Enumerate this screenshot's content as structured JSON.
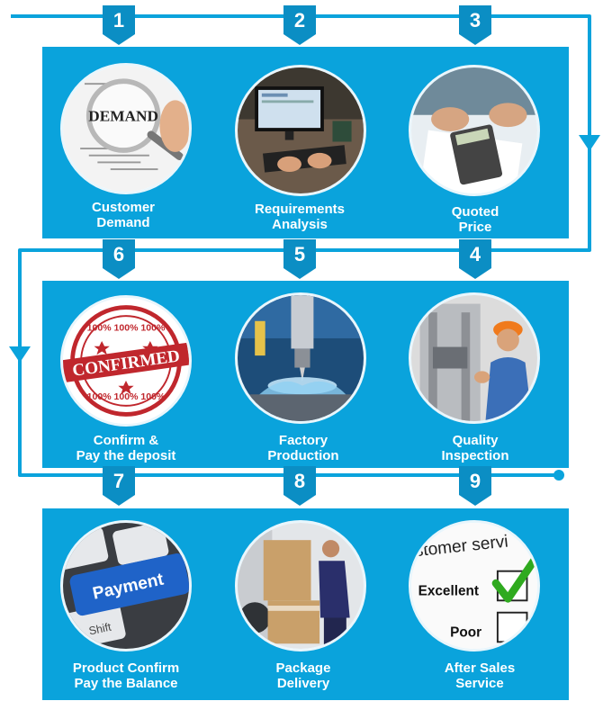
{
  "colors": {
    "accent": "#0aa3dc",
    "badge": "#0b8ec4",
    "text": "#ffffff"
  },
  "steps": [
    {
      "number": "1",
      "line1": "Customer",
      "line2": "Demand",
      "image": "demand-magnifier"
    },
    {
      "number": "2",
      "line1": "Requirements",
      "line2": "Analysis",
      "image": "computer-typing"
    },
    {
      "number": "3",
      "line1": "Quoted",
      "line2": "Price",
      "image": "calculator"
    },
    {
      "number": "4",
      "line1": "Quality",
      "line2": "Inspection",
      "image": "technician"
    },
    {
      "number": "5",
      "line1": "Factory",
      "line2": "Production",
      "image": "cnc-machine"
    },
    {
      "number": "6",
      "line1": "Confirm &",
      "line2": "Pay the deposit",
      "image": "confirmed-stamp"
    },
    {
      "number": "7",
      "line1": "Product Confirm",
      "line2": "Pay the Balance",
      "image": "payment-key"
    },
    {
      "number": "8",
      "line1": "Package",
      "line2": "Delivery",
      "image": "delivery-boxes"
    },
    {
      "number": "9",
      "line1": "After Sales",
      "line2": "Service",
      "image": "service-checklist"
    }
  ],
  "photo_text": {
    "demand": "DEMAND",
    "payment": "Payment",
    "shift": "Shift",
    "stamp": "CONFIRMED",
    "stamp_ring": "100% 100% 100%",
    "service": "stomer servi",
    "excellent": "Excellent",
    "poor": "Poor"
  }
}
